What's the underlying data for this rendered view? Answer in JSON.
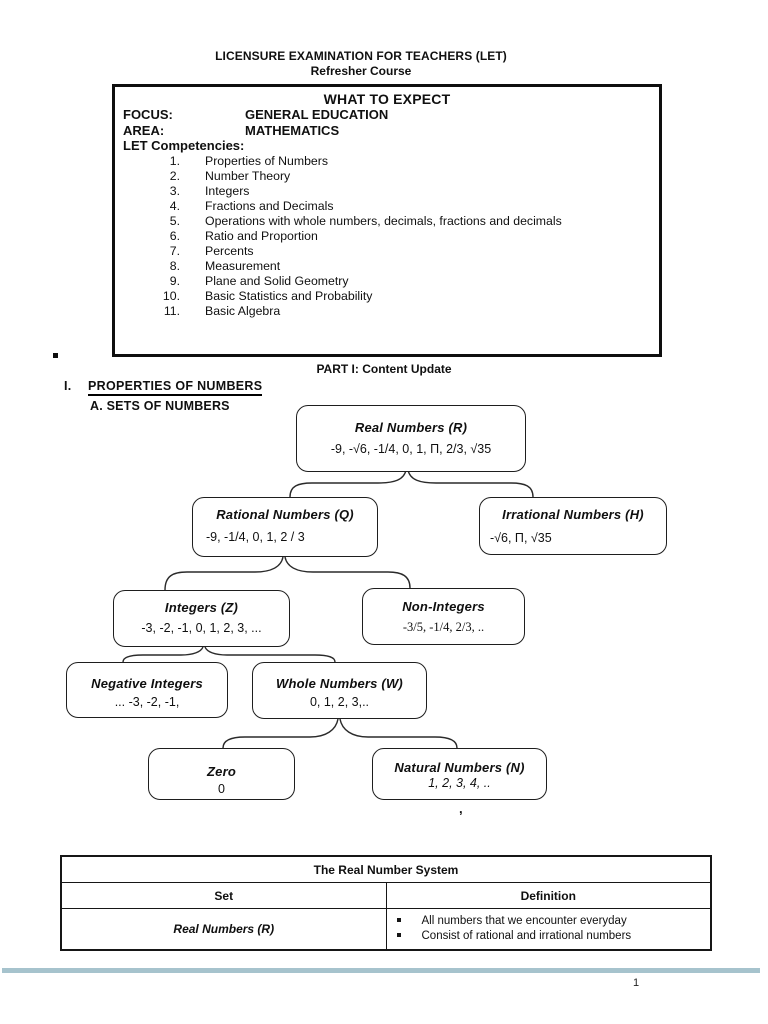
{
  "header": {
    "title": "LICENSURE EXAMINATION FOR TEACHERS (LET)",
    "subtitle": "Refresher Course"
  },
  "expect_box": {
    "title": "WHAT TO EXPECT",
    "fields": [
      {
        "label": "FOCUS:",
        "value": "GENERAL EDUCATION"
      },
      {
        "label": "AREA:",
        "value": "MATHEMATICS"
      }
    ],
    "competencies_label": "LET Competencies:",
    "competencies": [
      {
        "num": "1.",
        "text": "Properties of Numbers"
      },
      {
        "num": "2.",
        "text": "Number Theory"
      },
      {
        "num": "3.",
        "text": "Integers"
      },
      {
        "num": "4.",
        "text": "Fractions and Decimals"
      },
      {
        "num": "5.",
        "text": "Operations with whole numbers, decimals, fractions and decimals"
      },
      {
        "num": "6.",
        "text": "Ratio and Proportion"
      },
      {
        "num": "7.",
        "text": "Percents"
      },
      {
        "num": "8.",
        "text": "Measurement"
      },
      {
        "num": "9.",
        "text": "Plane and Solid Geometry"
      },
      {
        "num": "10.",
        "text": "Basic Statistics and Probability"
      },
      {
        "num": "11.",
        "text": "Basic Algebra"
      }
    ]
  },
  "part_heading": "PART I: Content Update",
  "section": {
    "numeral": "I.",
    "title": "PROPERTIES OF NUMBERS",
    "subsection": "A. SETS OF NUMBERS"
  },
  "tree": {
    "nodes": [
      {
        "title": "Real Numbers (R)",
        "values": "-9, -√6, -1/4, 0, 1, Π, 2/3, √35"
      },
      {
        "title": "Rational Numbers (Q)",
        "values": "-9, -1/4, 0, 1, 2 / 3"
      },
      {
        "title": "Irrational Numbers (H)",
        "values": "-√6, Π, √35"
      },
      {
        "title": "Integers (Z)",
        "values": "-3, -2, -1, 0, 1, 2, 3, ..."
      },
      {
        "title": "Non-Integers",
        "values": "-3/5, -1/4, 2/3, .."
      },
      {
        "title": "Negative Integers",
        "values": "... -3, -2, -1,"
      },
      {
        "title": "Whole Numbers (W)",
        "values": "0, 1, 2, 3,.."
      },
      {
        "title": "Zero",
        "values": "0"
      },
      {
        "title": "Natural Numbers (N)",
        "values": "1, 2, 3, 4, .."
      }
    ],
    "stray_mark": ","
  },
  "table": {
    "title": "The Real Number System",
    "columns": [
      "Set",
      "Definition"
    ],
    "rows": [
      {
        "set": "Real Numbers (R)",
        "definitions": [
          "All numbers that we encounter everyday",
          "Consist of rational and irrational numbers"
        ]
      }
    ]
  },
  "footer": {
    "page_number": "1"
  },
  "colors": {
    "divider_blue": "#a6c3cd"
  }
}
